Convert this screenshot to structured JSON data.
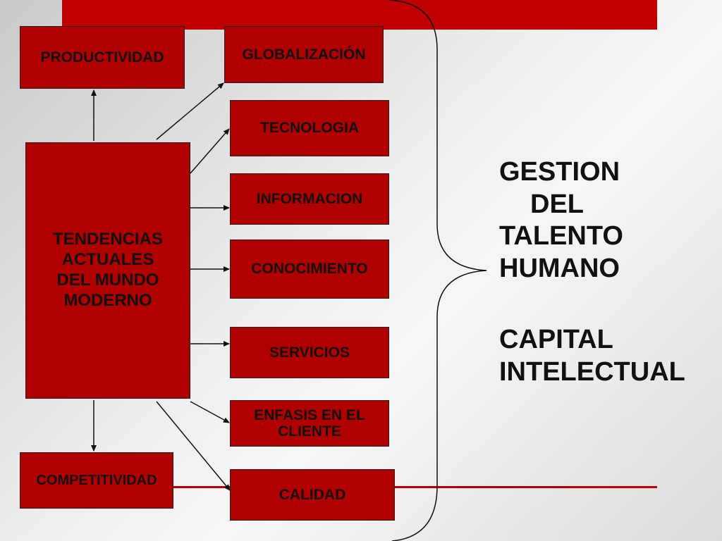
{
  "boxes": {
    "productividad": "PRODUCTIVIDAD",
    "globalizacion": "GLOBALIZACIÓN",
    "tecnologia": "TECNOLOGIA",
    "informacion": "INFORMACION",
    "conocimiento": "CONOCIMIENTO",
    "servicios": "SERVICIOS",
    "enfasis": [
      "ENFASIS EN EL",
      "CLIENTE"
    ],
    "calidad": "CALIDAD",
    "competitividad": "COMPETITIVIDAD",
    "tendencias": [
      "TENDENCIAS",
      "ACTUALES",
      "DEL MUNDO",
      "MODERNO"
    ]
  },
  "right_text": {
    "gestion": [
      "GESTION",
      "DEL",
      "TALENTO",
      "HUMANO"
    ],
    "capital": [
      "CAPITAL",
      "INTELECTUAL"
    ]
  },
  "colors": {
    "box_fill": "#b00000",
    "accent_red": "#c00000",
    "text": "#111111"
  }
}
